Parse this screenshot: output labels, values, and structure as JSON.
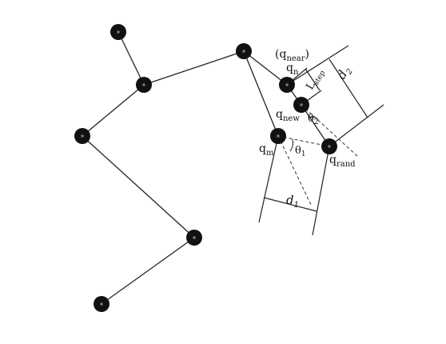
{
  "colors": {
    "edge": "#222222",
    "node_fill": "#111111",
    "node_center": "#777777",
    "dashed": "#333333",
    "text": "#111111"
  },
  "labels": {
    "q_near_open": "(q",
    "q_near_sub": "near",
    "q_near_close": ")",
    "q_n": "q",
    "q_n_sub": "n",
    "q_new": "q",
    "q_new_sub": "new",
    "q_m": "q",
    "q_m_sub": "m",
    "q_rand": "q",
    "q_rand_sub": "rand",
    "theta1": "θ",
    "theta1_sub": "1",
    "theta2": "θ",
    "theta2_sub": "2",
    "d1": "d",
    "d1_sub": "1",
    "d2": "d",
    "d2_sub": "2",
    "lstep": "L",
    "lstep_sub": "step"
  }
}
